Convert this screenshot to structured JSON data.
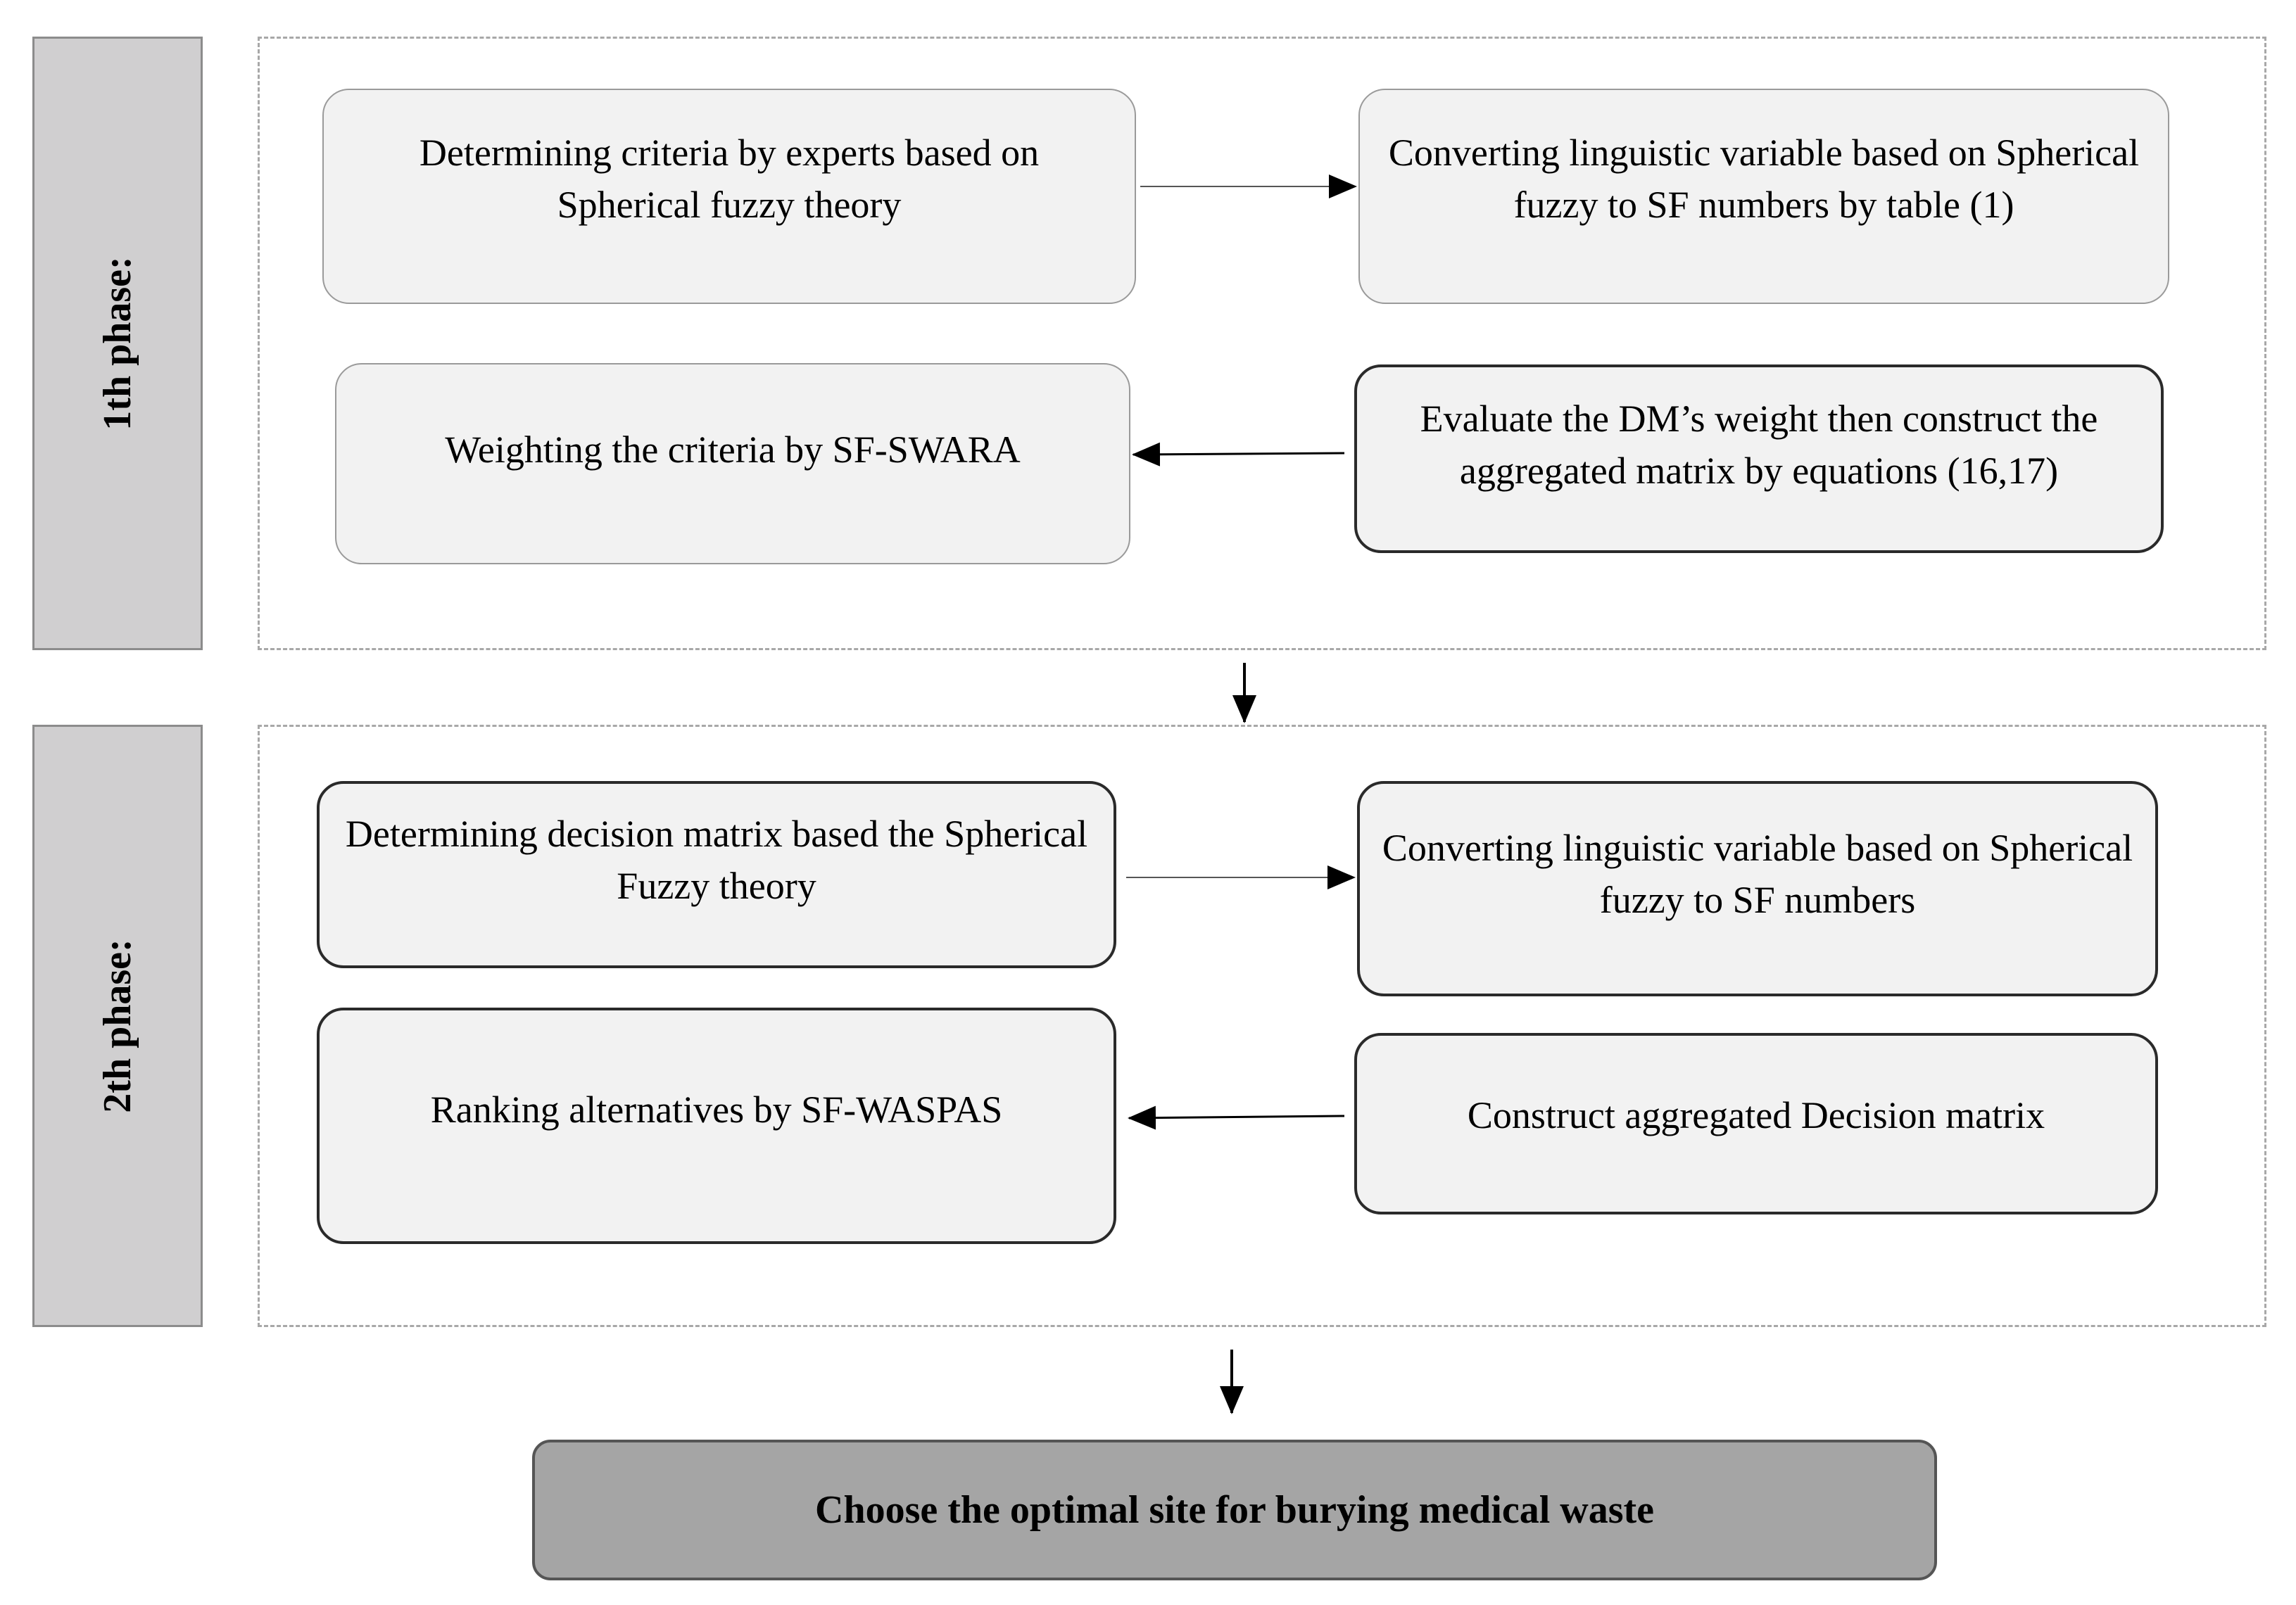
{
  "phases": [
    {
      "label": "1th phase:",
      "steps": [
        "Determining criteria by experts based on Spherical fuzzy theory",
        "Converting linguistic variable based on Spherical fuzzy to SF numbers by table (1)",
        "Evaluate the DM’s weight then construct the aggregated matrix by equations (16,17)",
        "Weighting the criteria by SF-SWARA"
      ]
    },
    {
      "label": "2th phase:",
      "steps": [
        "Determining decision matrix based the Spherical Fuzzy theory",
        "Converting linguistic variable based on Spherical fuzzy to SF numbers",
        "Construct aggregated Decision matrix",
        "Ranking alternatives by SF-WASPAS"
      ]
    }
  ],
  "final_step": "Choose the optimal site for burying medical waste",
  "colors": {
    "phase_label_bg": "#d0cfd0",
    "box_bg": "#f2f2f2",
    "final_bg": "#a5a5a5"
  }
}
